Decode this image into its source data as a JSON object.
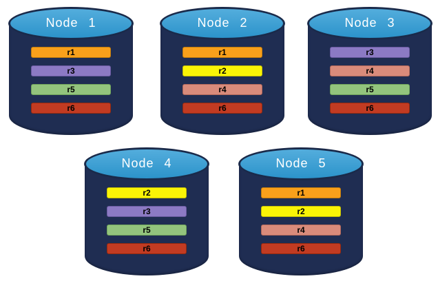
{
  "diagram": {
    "background": "#FFFFFF",
    "cylinder": {
      "body_color": "#1F2D52",
      "top_color": "#2E9BD5",
      "rim_color": "#1A2A4A",
      "label_color": "#FFFFFF"
    },
    "bar_text_color": "#000000",
    "replica_styles": {
      "r1": {
        "fill": "#F9A01B",
        "border": "#C27D0E"
      },
      "r2": {
        "fill": "#FAF406",
        "border": "#C4BF05"
      },
      "r3": {
        "fill": "#8C7AC4",
        "border": "#6A5AA0"
      },
      "r4": {
        "fill": "#D98B7B",
        "border": "#B2685A"
      },
      "r5": {
        "fill": "#93C47D",
        "border": "#6FA35A"
      },
      "r6": {
        "fill": "#C23B22",
        "border": "#93290F"
      }
    },
    "nodes": [
      {
        "label": "Node 1",
        "replicas": [
          "r1",
          "r3",
          "r5",
          "r6"
        ]
      },
      {
        "label": "Node 2",
        "replicas": [
          "r1",
          "r2",
          "r4",
          "r6"
        ]
      },
      {
        "label": "Node 3",
        "replicas": [
          "r3",
          "r4",
          "r5",
          "r6"
        ]
      },
      {
        "label": "Node 4",
        "replicas": [
          "r2",
          "r3",
          "r5",
          "r6"
        ]
      },
      {
        "label": "Node 5",
        "replicas": [
          "r1",
          "r2",
          "r4",
          "r6"
        ]
      }
    ]
  }
}
